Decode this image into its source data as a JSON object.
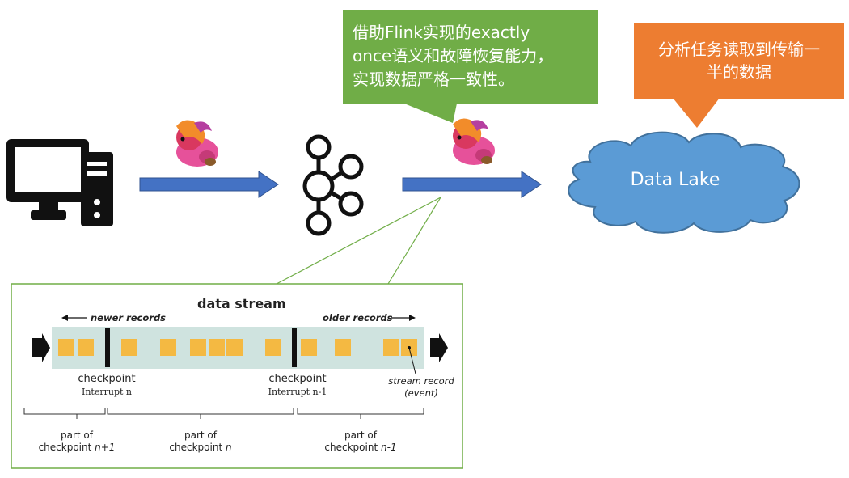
{
  "callouts": {
    "green_lines": [
      "借助Flink实现的exactly",
      "once语义和故障恢复能力，",
      "实现数据严格一致性。"
    ],
    "orange_lines": [
      "分析任务读取到传输一",
      "半的数据"
    ]
  },
  "nodes": {
    "computer": "computer-icon",
    "kafka": "kafka-icon",
    "flink": "flink-squirrel-icon",
    "data_lake": "Data Lake"
  },
  "stream_figure": {
    "title": "data stream",
    "newer": "newer records",
    "older": "older records",
    "checkpoint_left": "checkpoint",
    "interrupt_left": "Interrupt  n",
    "checkpoint_right": "checkpoint",
    "interrupt_right": "Interrupt  n-1",
    "stream_record": "stream record",
    "event": "(event)",
    "part_of": "part of",
    "cp_n1_label": "checkpoint",
    "cp_n1_var": "n+1",
    "cp_n_label": "checkpoint",
    "cp_n_var": "n",
    "cp_nm1_label": "checkpoint",
    "cp_nm1_var": "n-1"
  },
  "colors": {
    "green": "#70ad47",
    "orange": "#ed7d31",
    "arrow": "#4472c4",
    "lake": "#5b9bd5",
    "record": "#f4b942",
    "band": "#cfe3df"
  }
}
